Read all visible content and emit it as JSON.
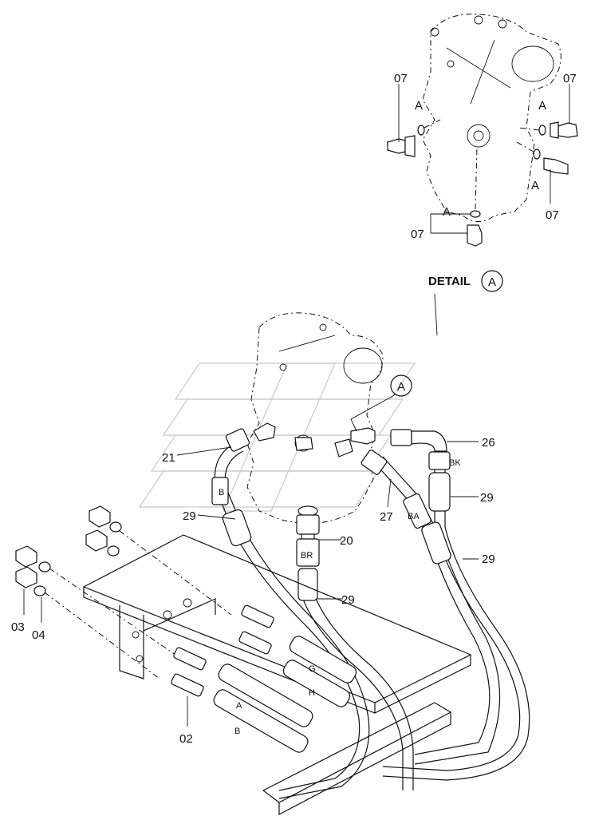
{
  "detail_title": "DETAIL",
  "detail_ref": "A",
  "detail_callouts": {
    "port_top_left": "07",
    "port_top_right": "07",
    "port_lower_right": "07",
    "port_bottom": "07",
    "view_left": "A",
    "view_right": "A",
    "view_lower_right": "A",
    "view_bottom": "A"
  },
  "callouts": {
    "p21": "21",
    "p26": "26",
    "p29_left": "29",
    "p29_right": "29",
    "p29_center": "29",
    "p29_far_right": "29",
    "p20": "20",
    "p27": "27",
    "p03": "03",
    "p04": "04",
    "p02": "02",
    "ref_a": "A"
  },
  "hose_marks": {
    "b_left": "B",
    "bk": "BK",
    "ba": "BA",
    "br": "BR",
    "g": "G",
    "h": "H",
    "a": "A",
    "b": "B"
  }
}
